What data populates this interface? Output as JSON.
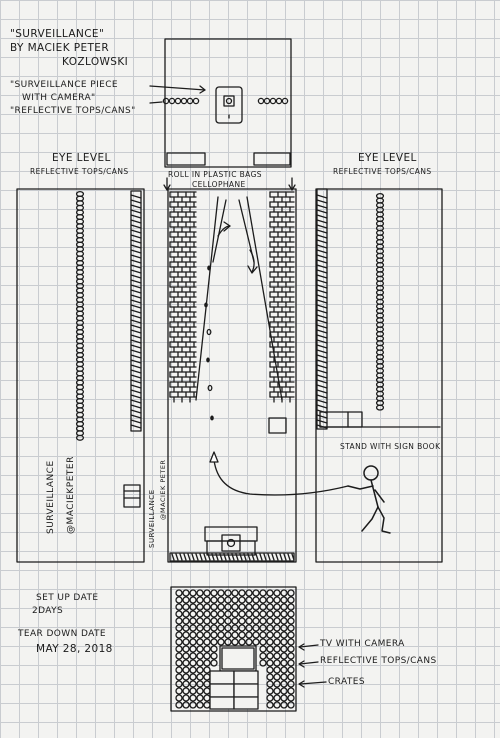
{
  "title": {
    "line1": "\"SURVEILLANCE\"",
    "line2": "BY MACIEK PETER",
    "line3": "KOZLOWSKI"
  },
  "top_notes": {
    "line1": "\"SURVEILLANCE PIECE",
    "line2": "WITH CAMERA\"",
    "line3": "\"REFLECTIVE TOPS/CANS\""
  },
  "left_wall": {
    "heading1": "EYE LEVEL",
    "heading2": "REFLECTIVE TOPS/CANS",
    "vertical_text1": "SURVEILLANCE",
    "vertical_text2": "@MACIEKPETER",
    "sign_text1": "SURVEILLANCE",
    "sign_text2": "@MACIEK PETER"
  },
  "center": {
    "label1": "ROLL IN PLASTIC BAGS",
    "label2": "CELLOPHANE"
  },
  "right_wall": {
    "heading1": "EYE LEVEL",
    "heading2": "REFLECTIVE TOPS/CANS",
    "caption": "STAND WITH SIGN BOOK"
  },
  "dates": {
    "setup_label": "SET UP DATE",
    "setup_value": "2DAYS",
    "teardown_label": "TEAR DOWN DATE",
    "teardown_value": "MAY 28, 2018"
  },
  "legend": {
    "tv": "TV WITH CAMERA",
    "tops": "REFLECTIVE TOPS/CANS",
    "crates": "CRATES"
  },
  "colors": {
    "ink": "#1c1c1c",
    "paper": "#f3f3f1",
    "grid": "#c9ccd0"
  }
}
